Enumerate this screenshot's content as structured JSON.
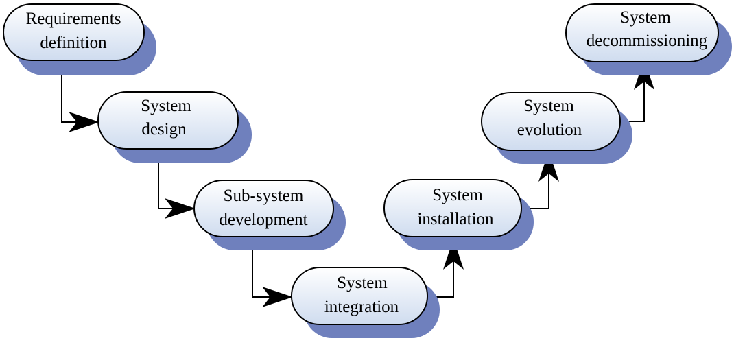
{
  "nodes": [
    {
      "id": "requirements",
      "line1": "Requirements",
      "line2": "definition"
    },
    {
      "id": "design",
      "line1": "System",
      "line2": "design"
    },
    {
      "id": "subsystem",
      "line1": "Sub-system",
      "line2": "development"
    },
    {
      "id": "integration",
      "line1": "System",
      "line2": "integration"
    },
    {
      "id": "installation",
      "line1": "System",
      "line2": "installation"
    },
    {
      "id": "evolution",
      "line1": "System",
      "line2": "evolution"
    },
    {
      "id": "decommissioning",
      "line1": "System",
      "line2": "decommissioning"
    }
  ],
  "edges": [
    {
      "from": "requirements",
      "to": "design"
    },
    {
      "from": "design",
      "to": "subsystem"
    },
    {
      "from": "subsystem",
      "to": "integration"
    },
    {
      "from": "integration",
      "to": "installation"
    },
    {
      "from": "installation",
      "to": "evolution"
    },
    {
      "from": "evolution",
      "to": "decommissioning"
    }
  ],
  "colors": {
    "shadow": "#6f80bd",
    "node_fill_top": "#ffffff",
    "node_fill_bottom": "#cfdcef",
    "stroke": "#000000"
  }
}
